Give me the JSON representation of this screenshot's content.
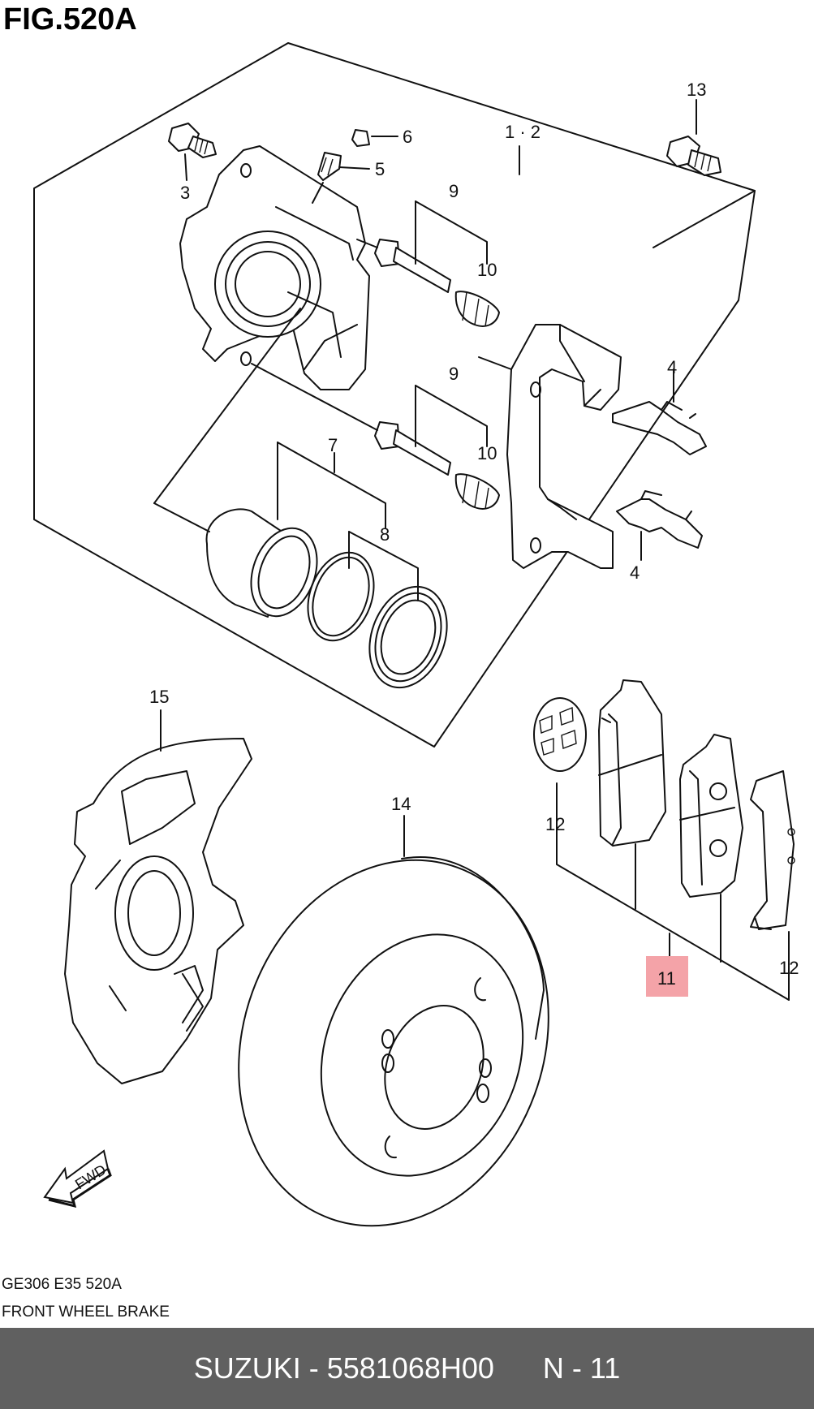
{
  "figure": {
    "title": "FIG.520A"
  },
  "callouts": {
    "c12": "1 · 2",
    "c3": "3",
    "c4a": "4",
    "c4b": "4",
    "c5": "5",
    "c6": "6",
    "c7": "7",
    "c8": "8",
    "c9a": "9",
    "c9b": "9",
    "c10a": "10",
    "c10b": "10",
    "c11": "11",
    "c12a": "12",
    "c12b": "12",
    "c13": "13",
    "c14": "14",
    "c15": "15",
    "fwd": "FWD"
  },
  "highlight": {
    "part": "11",
    "color": "#f4a3a8"
  },
  "meta": {
    "code": "GE306 E35 520A",
    "description": "FRONT WHEEL BRAKE"
  },
  "footer": {
    "text": "SUZUKI - 5581068H00      N - 11",
    "background": "#606060"
  }
}
